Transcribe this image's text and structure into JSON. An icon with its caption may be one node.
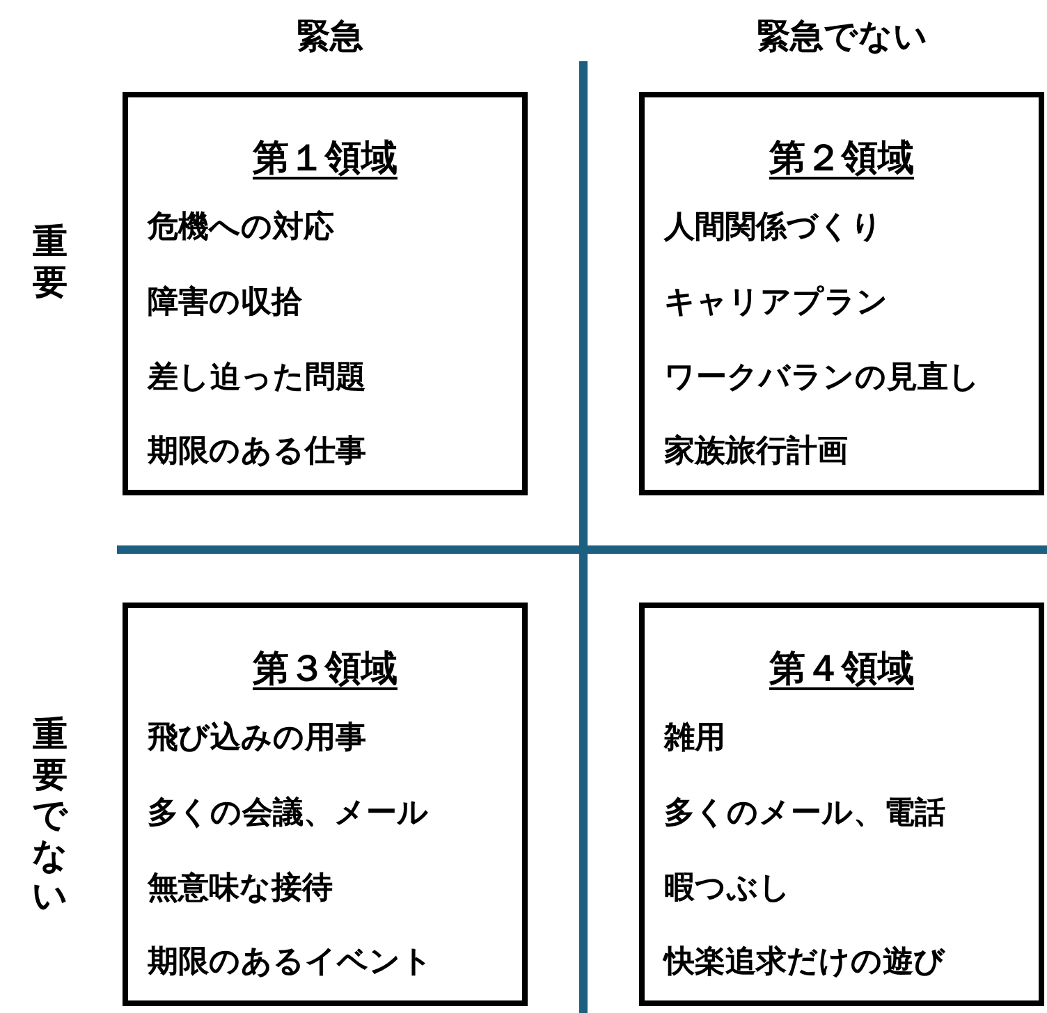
{
  "diagram": {
    "nodes": [
      {
        "text": [
          "第１領域",
          "危機への対応",
          "障害の収拾",
          "差し迫った問題",
          "期限のある仕事"
        ]
      },
      {
        "text": [
          "第２領域",
          "人間関係づくり",
          "キャリアプラン",
          "ワークバランの見直し",
          "家族旅行計画"
        ]
      },
      {
        "text": [
          "第３領域",
          "飛び込みの用事",
          "多くの会議、メール",
          "無意味な接待",
          "期限のあるイベント"
        ]
      },
      {
        "text": [
          "第４領域",
          "雑用",
          "多くのメール、電話",
          "暇つぶし",
          "快楽追求だけの遊び"
        ]
      }
    ],
    "labels": [
      "緊急",
      "緊急でない",
      "重要",
      "重要でない"
    ]
  }
}
